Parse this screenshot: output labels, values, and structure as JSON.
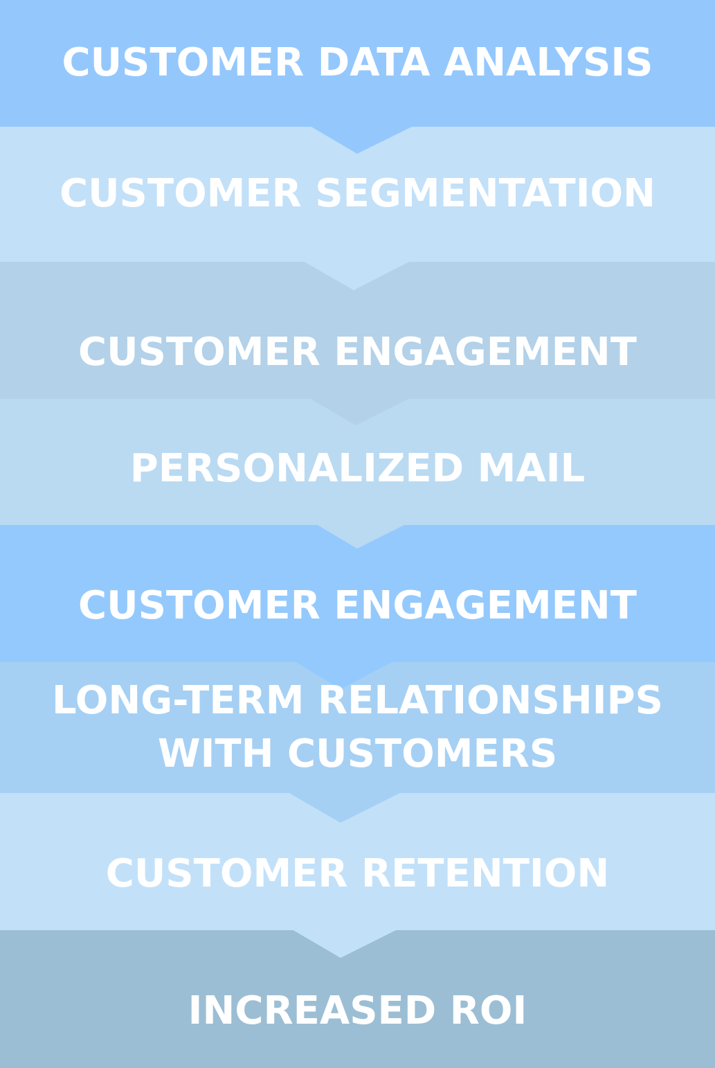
{
  "steps": [
    {
      "label": "CUSTOMER DATA ANALYSIS",
      "color": "#94c8fd"
    },
    {
      "label": "CUSTOMER SEGMENTATION",
      "color": "#c2e0f8"
    },
    {
      "label": "CUSTOMER ENGAGEMENT",
      "color": "#b3d1e8"
    },
    {
      "label": "PERSONALIZED MAIL",
      "color": "#badaf2"
    },
    {
      "label": "CUSTOMER ENGAGEMENT",
      "color": "#94c9fd"
    },
    {
      "label": "LONG-TERM RELATIONSHIPS\nWITH CUSTOMERS",
      "color": "#a5d0f4"
    },
    {
      "label": "CUSTOMER RETENTION",
      "color": "#c2e1f9"
    },
    {
      "label": "INCREASED ROI",
      "color": "#9bbed4"
    }
  ]
}
